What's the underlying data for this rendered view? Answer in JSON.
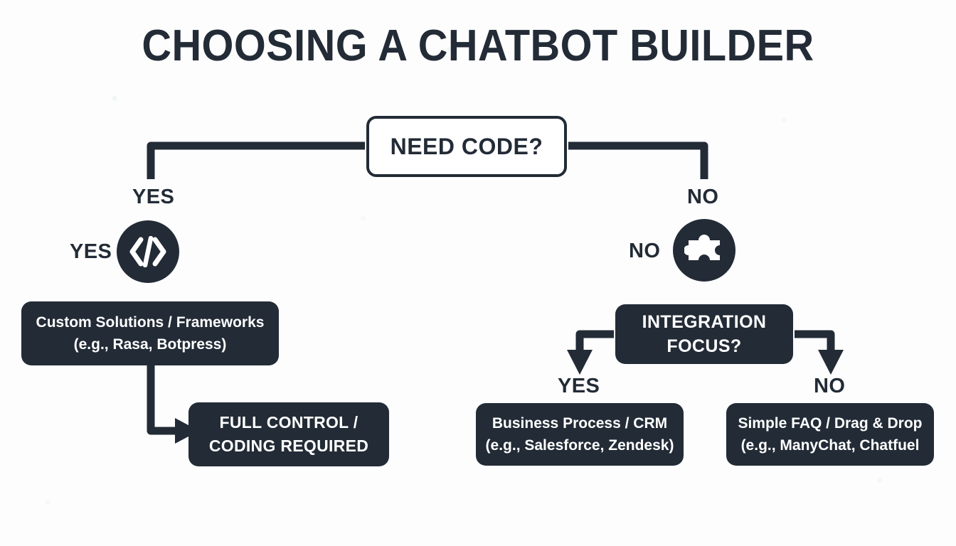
{
  "title": "CHOOSING A CHATBOT BUILDER",
  "colors": {
    "background": "#fdfdfd",
    "ink": "#222b36",
    "node_fill_dark": "#222b36",
    "node_fill_light": "#ffffff",
    "node_text_light": "#ffffff"
  },
  "nodes": {
    "need_code": {
      "label": "NEED CODE?",
      "style": "light-rounded-rect"
    },
    "custom_solutions": {
      "line1": "Custom Solutions / Frameworks",
      "line2": "(e.g., Rasa, Botpress)",
      "style": "dark-rounded-rect"
    },
    "full_control": {
      "line1": "FULL CONTROL /",
      "line2": "CODING REQUIRED",
      "style": "dark-rounded-rect"
    },
    "integration_focus": {
      "line1": "INTEGRATION",
      "line2": "FOCUS?",
      "style": "dark-rounded-rect"
    },
    "business_process": {
      "line1": "Business Process / CRM",
      "line2": "(e.g., Salesforce, Zendesk)",
      "style": "dark-rounded-rect"
    },
    "simple_faq": {
      "line1": "Simple FAQ / Drag & Drop",
      "line2": "(e.g., ManyChat, Chatfuel",
      "style": "dark-rounded-rect"
    }
  },
  "icons": {
    "code_badge": {
      "name": "code-icon",
      "glyph": "</>"
    },
    "puzzle_badge": {
      "name": "puzzle-piece-icon"
    }
  },
  "edge_labels": {
    "yes_top": "YES",
    "no_top": "NO",
    "yes_left": "YES",
    "no_right": "NO",
    "yes_integration": "YES",
    "no_integration": "NO"
  },
  "chart_data": {
    "type": "diagram",
    "title": "CHOOSING A CHATBOT BUILDER",
    "diagram_kind": "decision-flowchart",
    "nodes": [
      {
        "id": "need_code",
        "text": "NEED CODE?",
        "kind": "decision",
        "fill": "white"
      },
      {
        "id": "code_badge",
        "text": "</>",
        "kind": "icon",
        "fill": "dark"
      },
      {
        "id": "puzzle_badge",
        "text": "puzzle",
        "kind": "icon",
        "fill": "dark"
      },
      {
        "id": "custom_solutions",
        "text": "Custom Solutions / Frameworks (e.g., Rasa, Botpress)",
        "kind": "outcome",
        "fill": "dark"
      },
      {
        "id": "full_control",
        "text": "FULL CONTROL / CODING REQUIRED",
        "kind": "outcome",
        "fill": "dark"
      },
      {
        "id": "integration_focus",
        "text": "INTEGRATION FOCUS?",
        "kind": "decision",
        "fill": "dark"
      },
      {
        "id": "business_process",
        "text": "Business Process / CRM (e.g., Salesforce, Zendesk)",
        "kind": "outcome",
        "fill": "dark"
      },
      {
        "id": "simple_faq",
        "text": "Simple FAQ / Drag & Drop (e.g., ManyChat, Chatfuel",
        "kind": "outcome",
        "fill": "dark"
      }
    ],
    "edges": [
      {
        "from": "need_code",
        "to": "code_badge",
        "label": "YES"
      },
      {
        "from": "need_code",
        "to": "puzzle_badge",
        "label": "NO"
      },
      {
        "from": "custom_solutions",
        "to": "full_control",
        "label": "",
        "arrow": true
      },
      {
        "from": "integration_focus",
        "to": "business_process",
        "label": "YES",
        "arrow": true
      },
      {
        "from": "integration_focus",
        "to": "simple_faq",
        "label": "NO",
        "arrow": true
      }
    ]
  }
}
